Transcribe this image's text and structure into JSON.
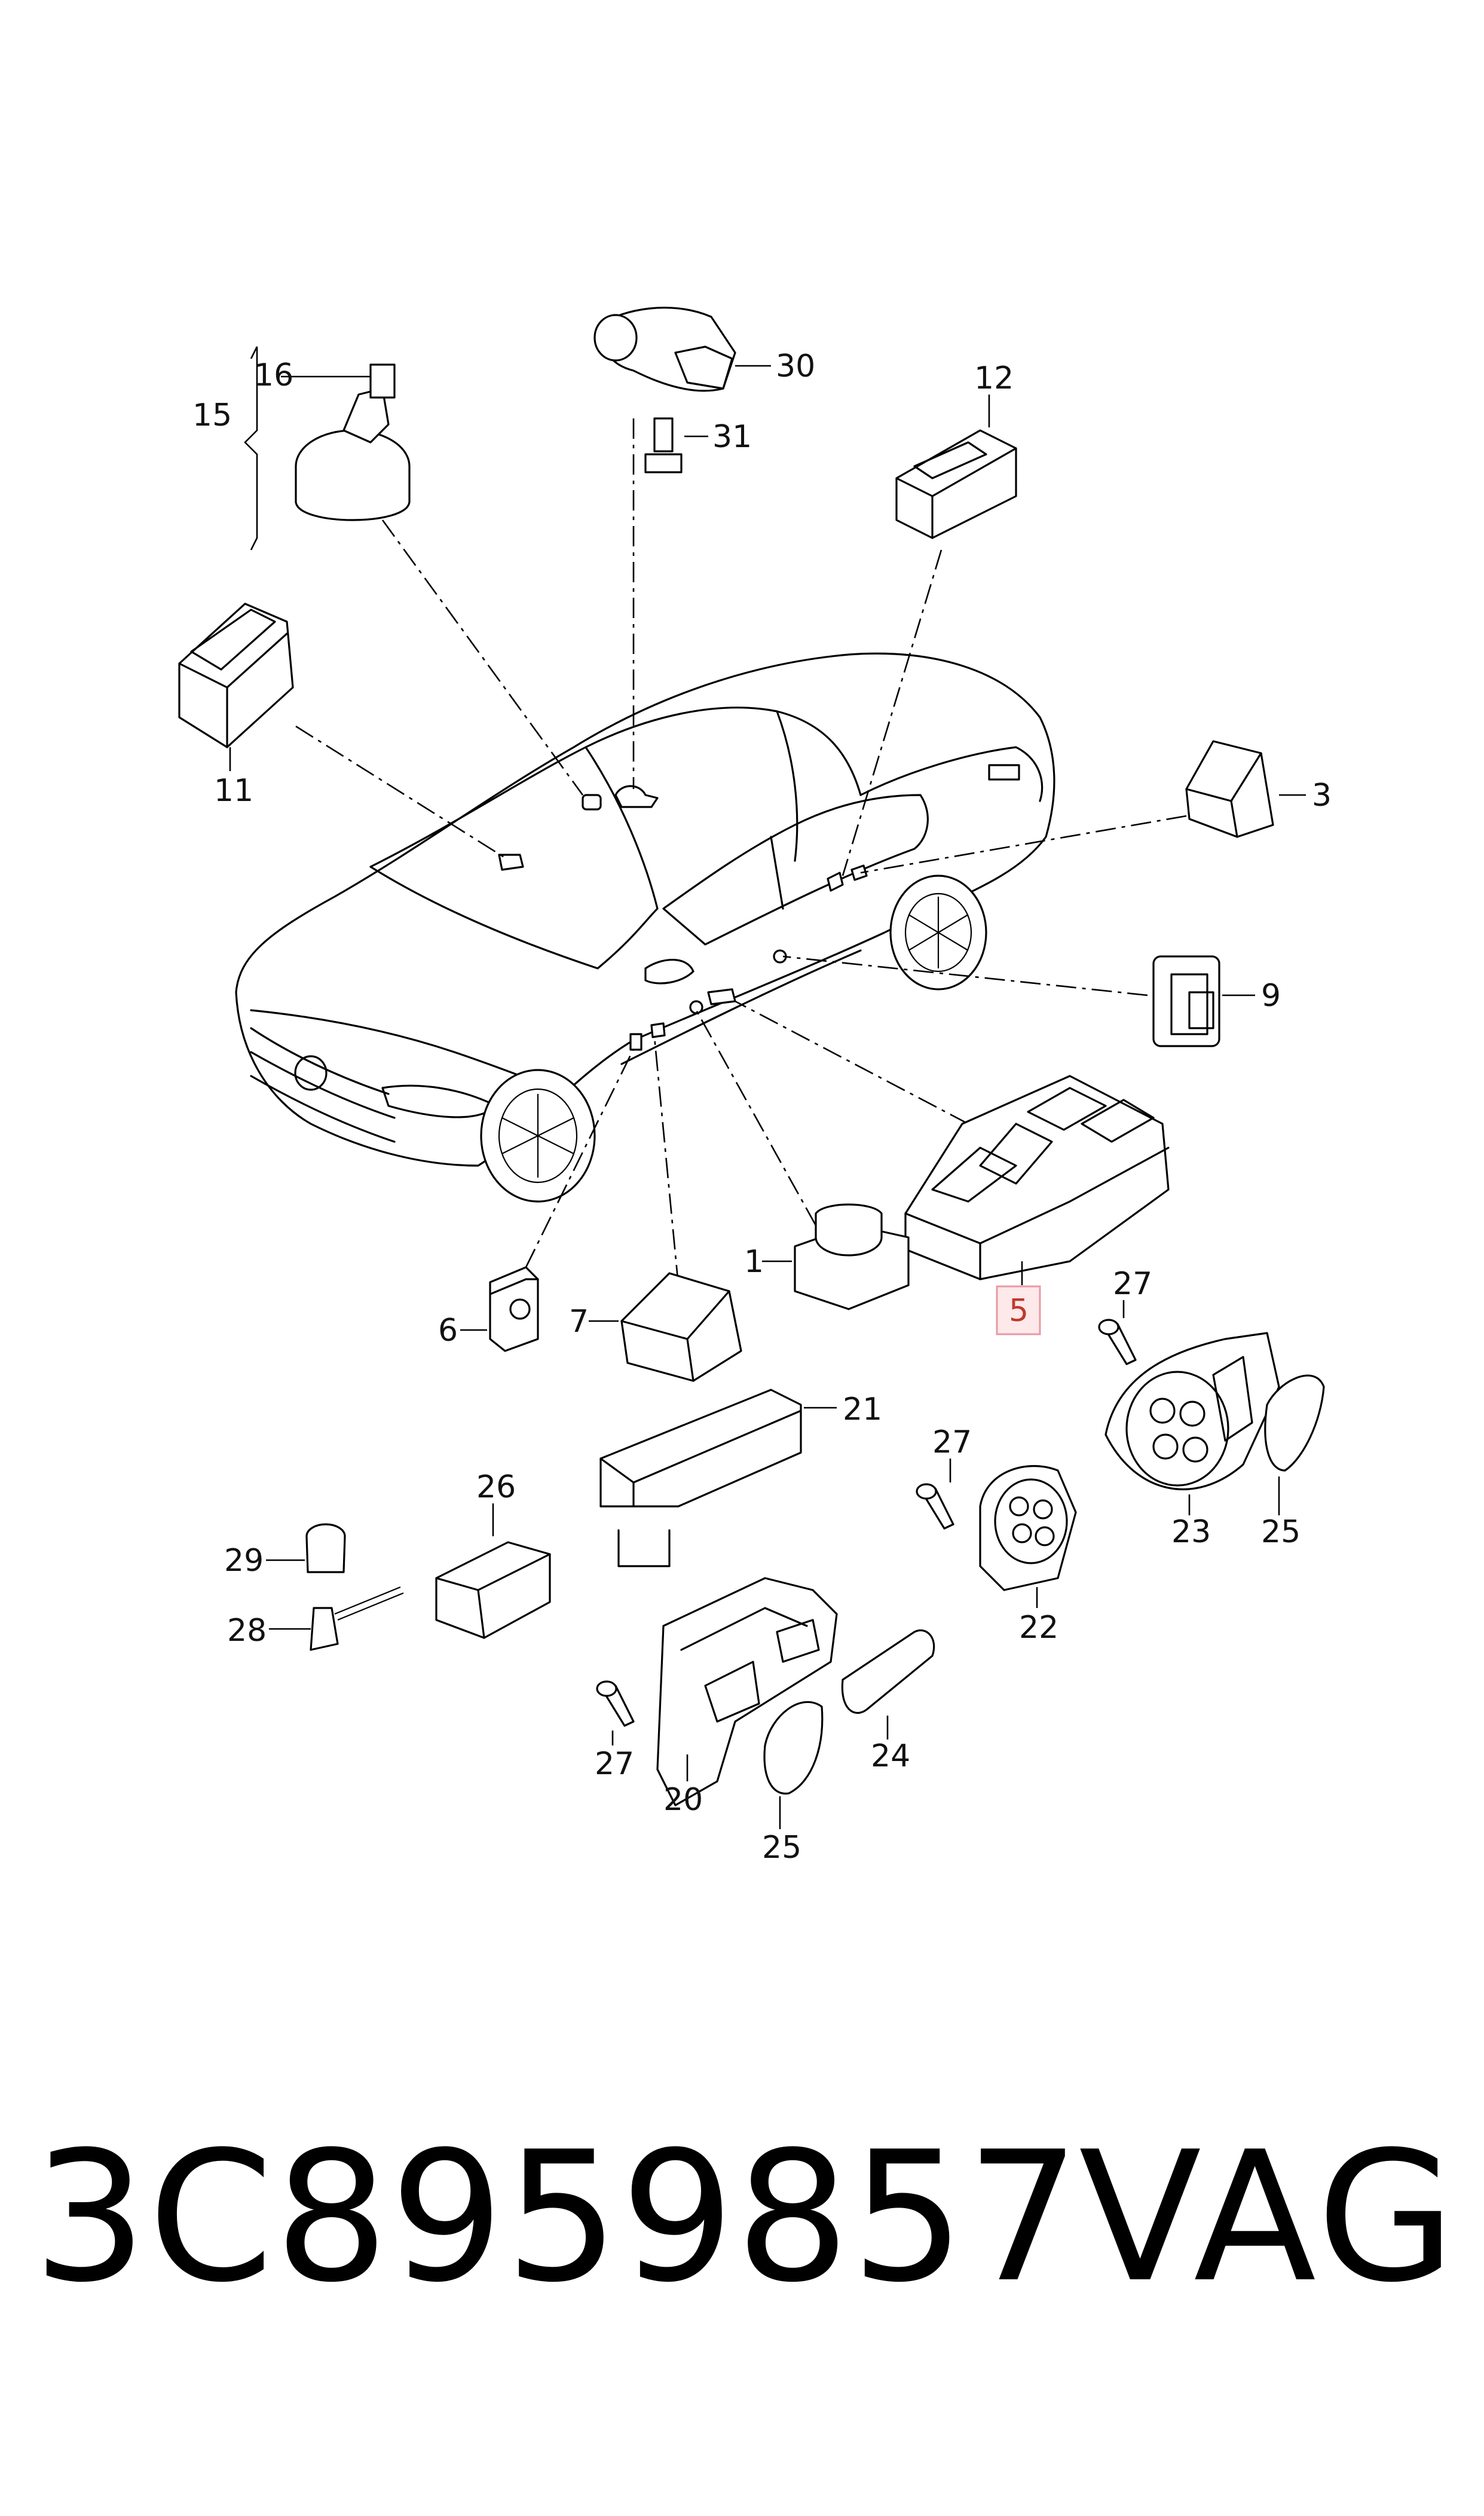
{
  "footer": {
    "part_number": "3C8959857",
    "brand": "VAG"
  },
  "callouts": {
    "c1": "1",
    "c3": "3",
    "c5": "5",
    "c6": "6",
    "c7": "7",
    "c9": "9",
    "c11": "11",
    "c12": "12",
    "c15": "15",
    "c16": "16",
    "c20": "20",
    "c21": "21",
    "c22": "22",
    "c23": "23",
    "c24": "24",
    "c25a": "25",
    "c25b": "25",
    "c26": "26",
    "c27a": "27",
    "c27b": "27",
    "c27c": "27",
    "c28": "28",
    "c29": "29",
    "c30": "30",
    "c31": "31"
  },
  "colors": {
    "line": "#000000",
    "highlight_fill": "#fde8ea",
    "highlight_border": "#e89aa4",
    "background": "#ffffff"
  }
}
